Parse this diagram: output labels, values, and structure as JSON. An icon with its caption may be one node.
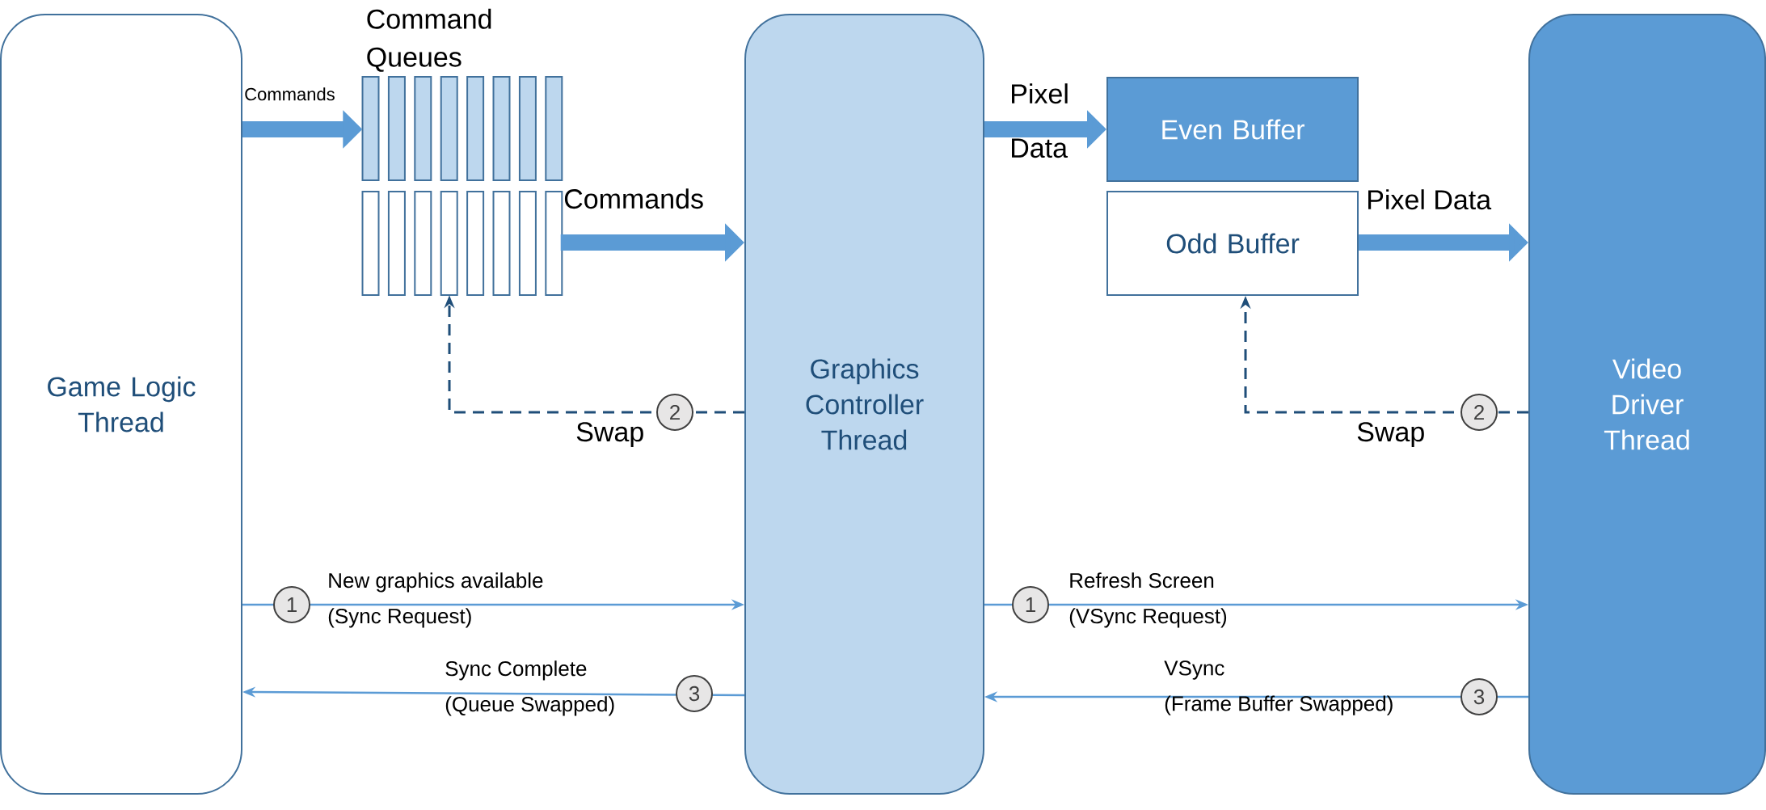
{
  "diagram": {
    "nodes": [
      {
        "text": [
          "Game Logic Thread"
        ]
      },
      {
        "text": [
          "Graphics Controller Thread"
        ]
      },
      {
        "text": [
          "Video Driver Thread"
        ]
      },
      {
        "text": [
          "Command Queues"
        ]
      },
      {
        "text": [],
        "shape": "bar"
      },
      {
        "text": [
          "Even Buffer"
        ]
      },
      {
        "text": [
          "Odd Buffer"
        ]
      }
    ],
    "edges": [
      {
        "from": 0,
        "to": 3,
        "arrow": "to",
        "label": "Commands",
        "style": "thick"
      },
      {
        "from": 4,
        "to": 1,
        "arrow": "to",
        "label": "Commands",
        "style": "thick"
      },
      {
        "from": 1,
        "to": 5,
        "arrow": "to",
        "label": "Pixel Data",
        "style": "thick"
      },
      {
        "from": 6,
        "to": 2,
        "arrow": "to",
        "label": "Pixel Data",
        "style": "thick"
      },
      {
        "from": 1,
        "to": 4,
        "arrow": "to",
        "label": "Swap",
        "style": "dashed",
        "color": "#1f4e79"
      },
      {
        "from": 2,
        "to": 6,
        "arrow": "to",
        "label": "Swap",
        "style": "dashed",
        "color": "#1f4e79"
      },
      {
        "from": 0,
        "to": 1,
        "arrow": "to",
        "label": "New graphics available (Sync Request)"
      },
      {
        "from": 1,
        "to": 0,
        "arrow": "to",
        "label": "Sync Complete (Queue Swapped)"
      },
      {
        "from": 1,
        "to": 2,
        "arrow": "to",
        "label": "Refresh Screen (VSync Request)"
      },
      {
        "from": 2,
        "to": 1,
        "arrow": "to",
        "label": "VSync (Frame Buffer Swapped)"
      }
    ],
    "labels": [
      "2",
      "2",
      "1",
      "1",
      "3",
      "3"
    ]
  }
}
